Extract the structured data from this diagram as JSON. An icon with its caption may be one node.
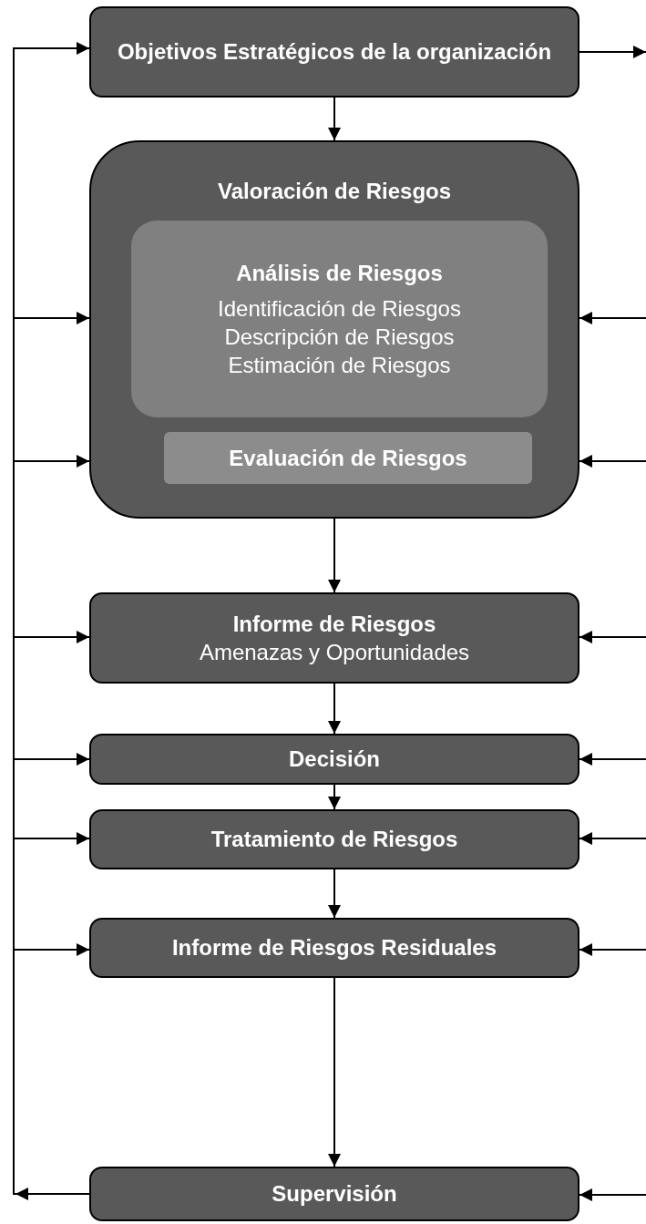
{
  "diagram": {
    "nodes": [
      {
        "text": [
          "Objetivos Estratégicos de la organización"
        ]
      },
      {
        "text": [
          "Valoración de Riesgos"
        ]
      },
      {
        "text": [
          "Análisis de Riesgos",
          "Identificación de Riesgos",
          "Descripción de Riesgos",
          "Estimación de Riesgos"
        ],
        "in": 1
      },
      {
        "text": [
          "Evaluación de Riesgos"
        ],
        "in": 1
      },
      {
        "text": [
          "Informe de Riesgos",
          "Amenazas y Oportunidades"
        ]
      },
      {
        "text": [
          "Decisión"
        ]
      },
      {
        "text": [
          "Tratamiento de Riesgos"
        ]
      },
      {
        "text": [
          "Informe de Riesgos Residuales"
        ]
      },
      {
        "text": [
          "Supervisión"
        ]
      }
    ],
    "edges": [
      {
        "from": 0,
        "to": 1,
        "arrow": "to"
      },
      {
        "from": 1,
        "to": 4,
        "arrow": "to"
      },
      {
        "from": 4,
        "to": 5,
        "arrow": "to"
      },
      {
        "from": 5,
        "to": 6,
        "arrow": "to"
      },
      {
        "from": 6,
        "to": 7,
        "arrow": "to"
      },
      {
        "from": 7,
        "to": 8,
        "arrow": "to"
      },
      {
        "from": 8,
        "to": 0,
        "arrow": "to"
      },
      {
        "from": 8,
        "to": 1,
        "arrow": "to"
      },
      {
        "from": 8,
        "to": 1,
        "arrow": "to"
      },
      {
        "from": 8,
        "to": 4,
        "arrow": "to"
      },
      {
        "from": 8,
        "to": 5,
        "arrow": "to"
      },
      {
        "from": 8,
        "to": 6,
        "arrow": "to"
      },
      {
        "from": 8,
        "to": 7,
        "arrow": "to"
      },
      {
        "from": 0,
        "to": null,
        "arrow": "to"
      },
      {
        "from": null,
        "to": 1,
        "arrow": "to"
      },
      {
        "from": null,
        "to": 1,
        "arrow": "to"
      },
      {
        "from": null,
        "to": 4,
        "arrow": "to"
      },
      {
        "from": null,
        "to": 5,
        "arrow": "to"
      },
      {
        "from": null,
        "to": 6,
        "arrow": "to"
      },
      {
        "from": null,
        "to": 7,
        "arrow": "to"
      },
      {
        "from": null,
        "to": 8,
        "arrow": "to"
      }
    ]
  }
}
